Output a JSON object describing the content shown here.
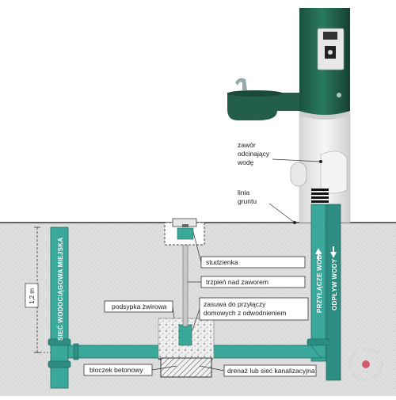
{
  "labels": {
    "valve": [
      "zawór",
      "odcinający",
      "wodę"
    ],
    "ground_line": [
      "linia",
      "gruntu"
    ],
    "well": "studzienka",
    "stem": "trzpień nad zaworem",
    "gravel": "podsypka żwirowa",
    "valve_cover": [
      "zasuwa do przyłączy",
      "domowych z odwodnieniem"
    ],
    "concrete_block": "bloczek betonowy",
    "drainage": "drenaż lub sieć kanalizacyjna",
    "city_water_main": "SIEĆ WODOCIĄGOWA MIEJSKA",
    "water_supply": "PRZYŁĄCZE WODY",
    "water_drain": "ODPŁYW WODY",
    "depth": "1,2 m"
  },
  "colors": {
    "fountain_green": "#1f5c4a",
    "pipe_teal": "#3aa89a",
    "pipe_outline": "#1f6b62",
    "soil": "#dcdcdc",
    "concrete": "#ebebeb",
    "label_box_border": "#333333"
  },
  "icons": [
    "arrow-up-icon",
    "arrow-down-icon",
    "watermark-logo"
  ]
}
